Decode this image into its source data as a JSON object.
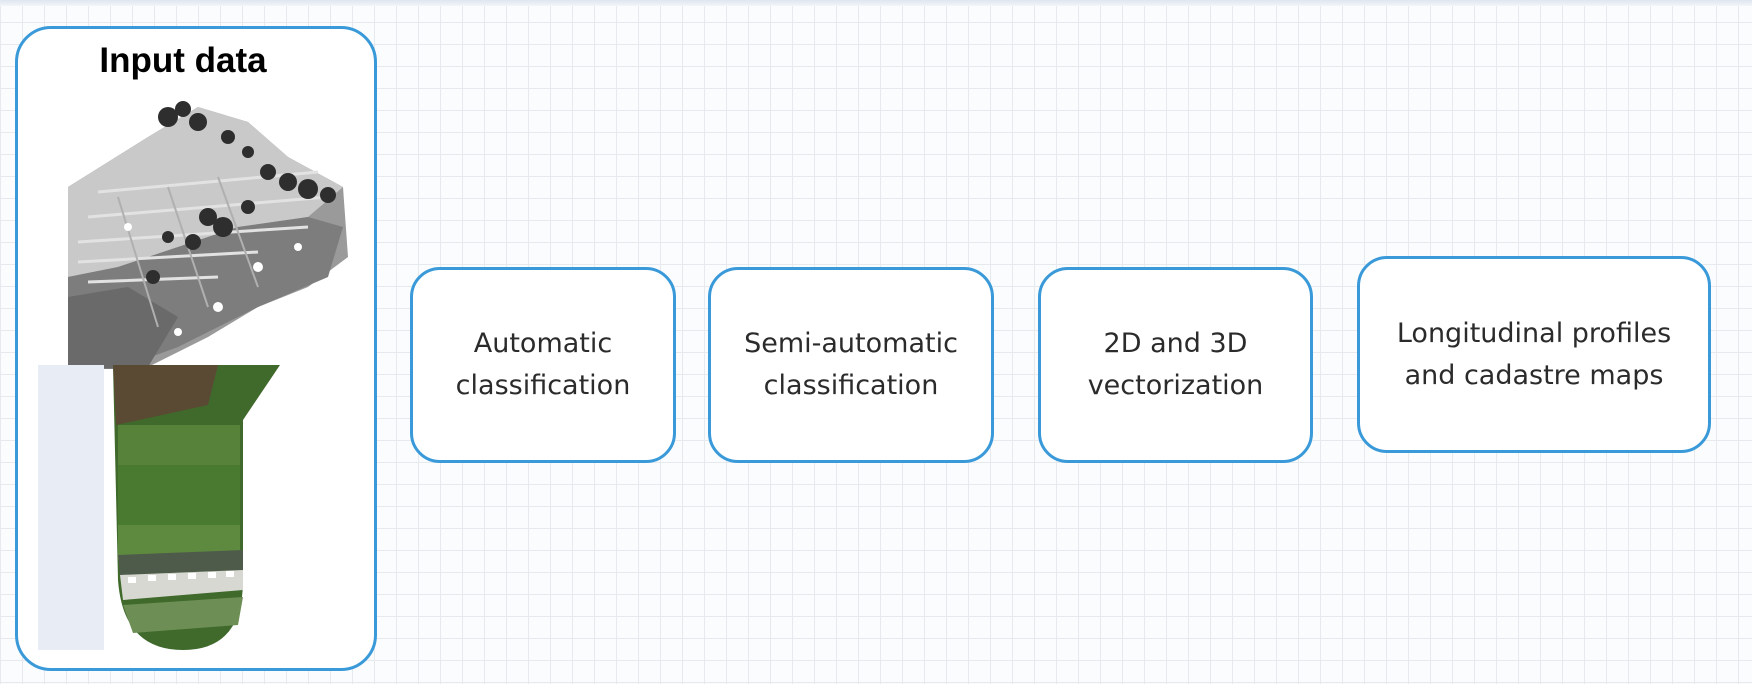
{
  "input_panel": {
    "title": "Input data"
  },
  "steps": [
    {
      "label": "Automatic\nclassification"
    },
    {
      "label": "Semi-automatic\nclassification"
    },
    {
      "label": "2D and 3D\nvectorization"
    },
    {
      "label": "Longitudinal profiles\nand cadastre maps"
    }
  ],
  "colors": {
    "node_border": "#3a9ad9",
    "grid": "#e6eaef",
    "text": "#2b2b2b"
  }
}
